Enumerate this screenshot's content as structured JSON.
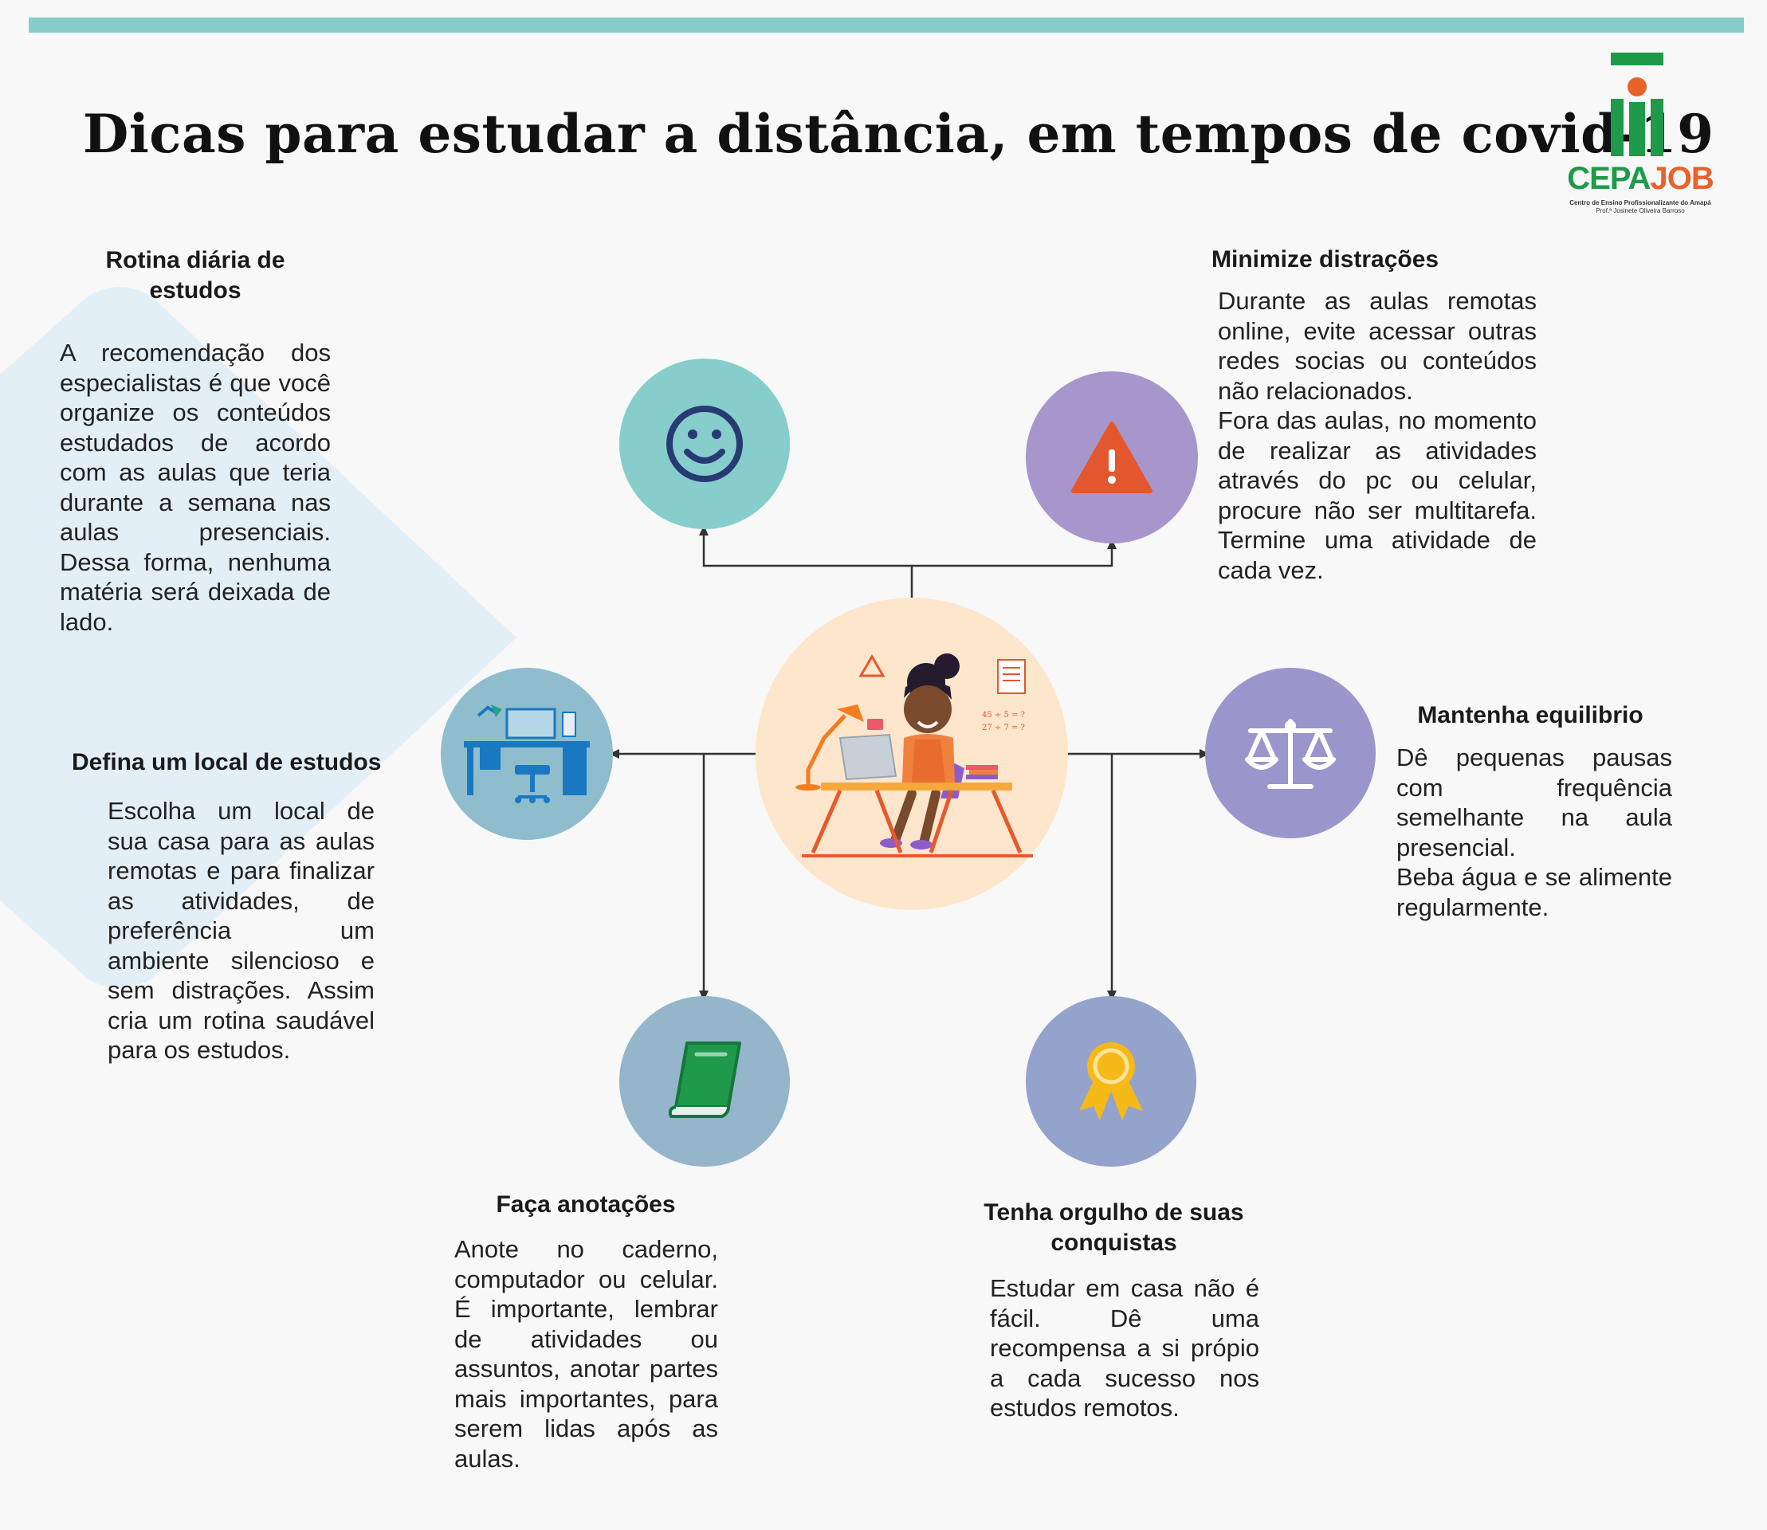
{
  "title": "Dicas para estudar a distância, em tempos de covid-19",
  "logo": {
    "name_part1": "CEPA",
    "name_part2": "JOB",
    "subtitle": "Centro de Ensino Profissionalizante do Amapá",
    "subtitle2": "Prof.ª Josinete Oliveira Barroso",
    "green": "#1e9a4a",
    "orange": "#e8622a"
  },
  "colors": {
    "top_bar": "#86cdcc",
    "teal": "#86cdcc",
    "lavender": "#a796cb",
    "periwinkle": "#9a96cc",
    "steel_blue": "#8fbdcd",
    "grey_blue": "#95b5cb",
    "slate_blue": "#94a3cc",
    "center": "#fde6cc"
  },
  "tips": {
    "rotina": {
      "title": "Rotina diária de estudos",
      "text": "A recomendação dos especialistas é que você organize os conteúdos estudados de acordo com as aulas que teria durante a semana nas aulas presenciais. Dessa forma, nenhuma matéria será deixada de lado.",
      "icon": "smiley-icon"
    },
    "distracoes": {
      "title": "Minimize distrações",
      "text1": "Durante as aulas remotas online, evite acessar outras redes socias ou conteúdos não relacionados.",
      "text2": "Fora das aulas, no momento de realizar as atividades através do pc ou celular, procure não ser multitarefa. Termine uma atividade de cada vez.",
      "icon": "warning-icon"
    },
    "local": {
      "title": "Defina um local de estudos",
      "text": "Escolha um local de sua casa para as aulas remotas e para finalizar as atividades, de preferência um ambiente silencioso e sem distrações. Assim cria um rotina saudável para os estudos.",
      "icon": "desk-icon"
    },
    "equilibrio": {
      "title": "Mantenha equilibrio",
      "text1": "Dê pequenas pausas com frequência semelhante na aula presencial.",
      "text2": "Beba água e se alimente regularmente.",
      "icon": "balance-scale-icon"
    },
    "anotacoes": {
      "title": "Faça anotações",
      "text": "Anote no caderno, computador ou celular. É importante, lembrar de atividades ou assuntos, anotar partes mais importantes, para serem lidas após as aulas.",
      "icon": "book-icon"
    },
    "orgulho": {
      "title": "Tenha orgulho de suas conquistas",
      "text": "Estudar em casa não é fácil. Dê uma recompensa a si própio a cada sucesso nos estudos remotos.",
      "icon": "award-ribbon-icon"
    }
  },
  "center": {
    "icon": "student-at-desk-illustration",
    "board_line1": "45 ÷ 5 = ?",
    "board_line2": "27 ÷ 7 = ?"
  }
}
